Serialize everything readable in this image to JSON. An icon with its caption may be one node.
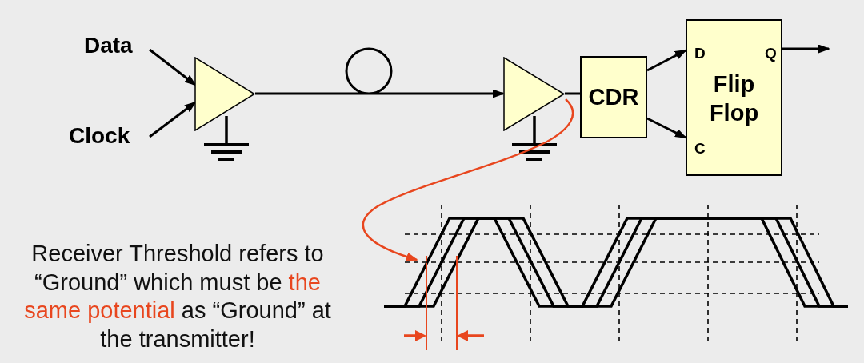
{
  "diagram": {
    "nodes": [
      {
        "text": [
          "Data"
        ]
      },
      {
        "text": [
          "Clock"
        ]
      },
      {
        "text": [],
        "shape": "triangle"
      },
      {
        "text": [],
        "shape": "triangle"
      },
      {
        "text": [
          "CDR"
        ]
      },
      {
        "text": [
          "D",
          "Q",
          "Flip Flop",
          "C"
        ]
      },
      {
        "text": [],
        "shape": "line"
      }
    ],
    "edges": [
      {
        "from": 0,
        "to": 2,
        "arrow": "to"
      },
      {
        "from": 1,
        "to": 2,
        "arrow": "to"
      },
      {
        "from": 2,
        "to": 3,
        "arrow": "to"
      },
      {
        "from": 3,
        "to": 4,
        "arrow": "none"
      },
      {
        "from": 4,
        "to": 5,
        "arrow": "to"
      },
      {
        "from": 4,
        "to": 5,
        "arrow": "to"
      },
      {
        "from": 5,
        "to": null,
        "arrow": "to"
      },
      {
        "from": 3,
        "to": 6,
        "arrow": "to",
        "color": "#e8461e"
      }
    ],
    "labels": [
      "Receiver Threshold refers to “Ground” which must be",
      "the same potential",
      "as “Ground” at the transmitter!"
    ]
  }
}
